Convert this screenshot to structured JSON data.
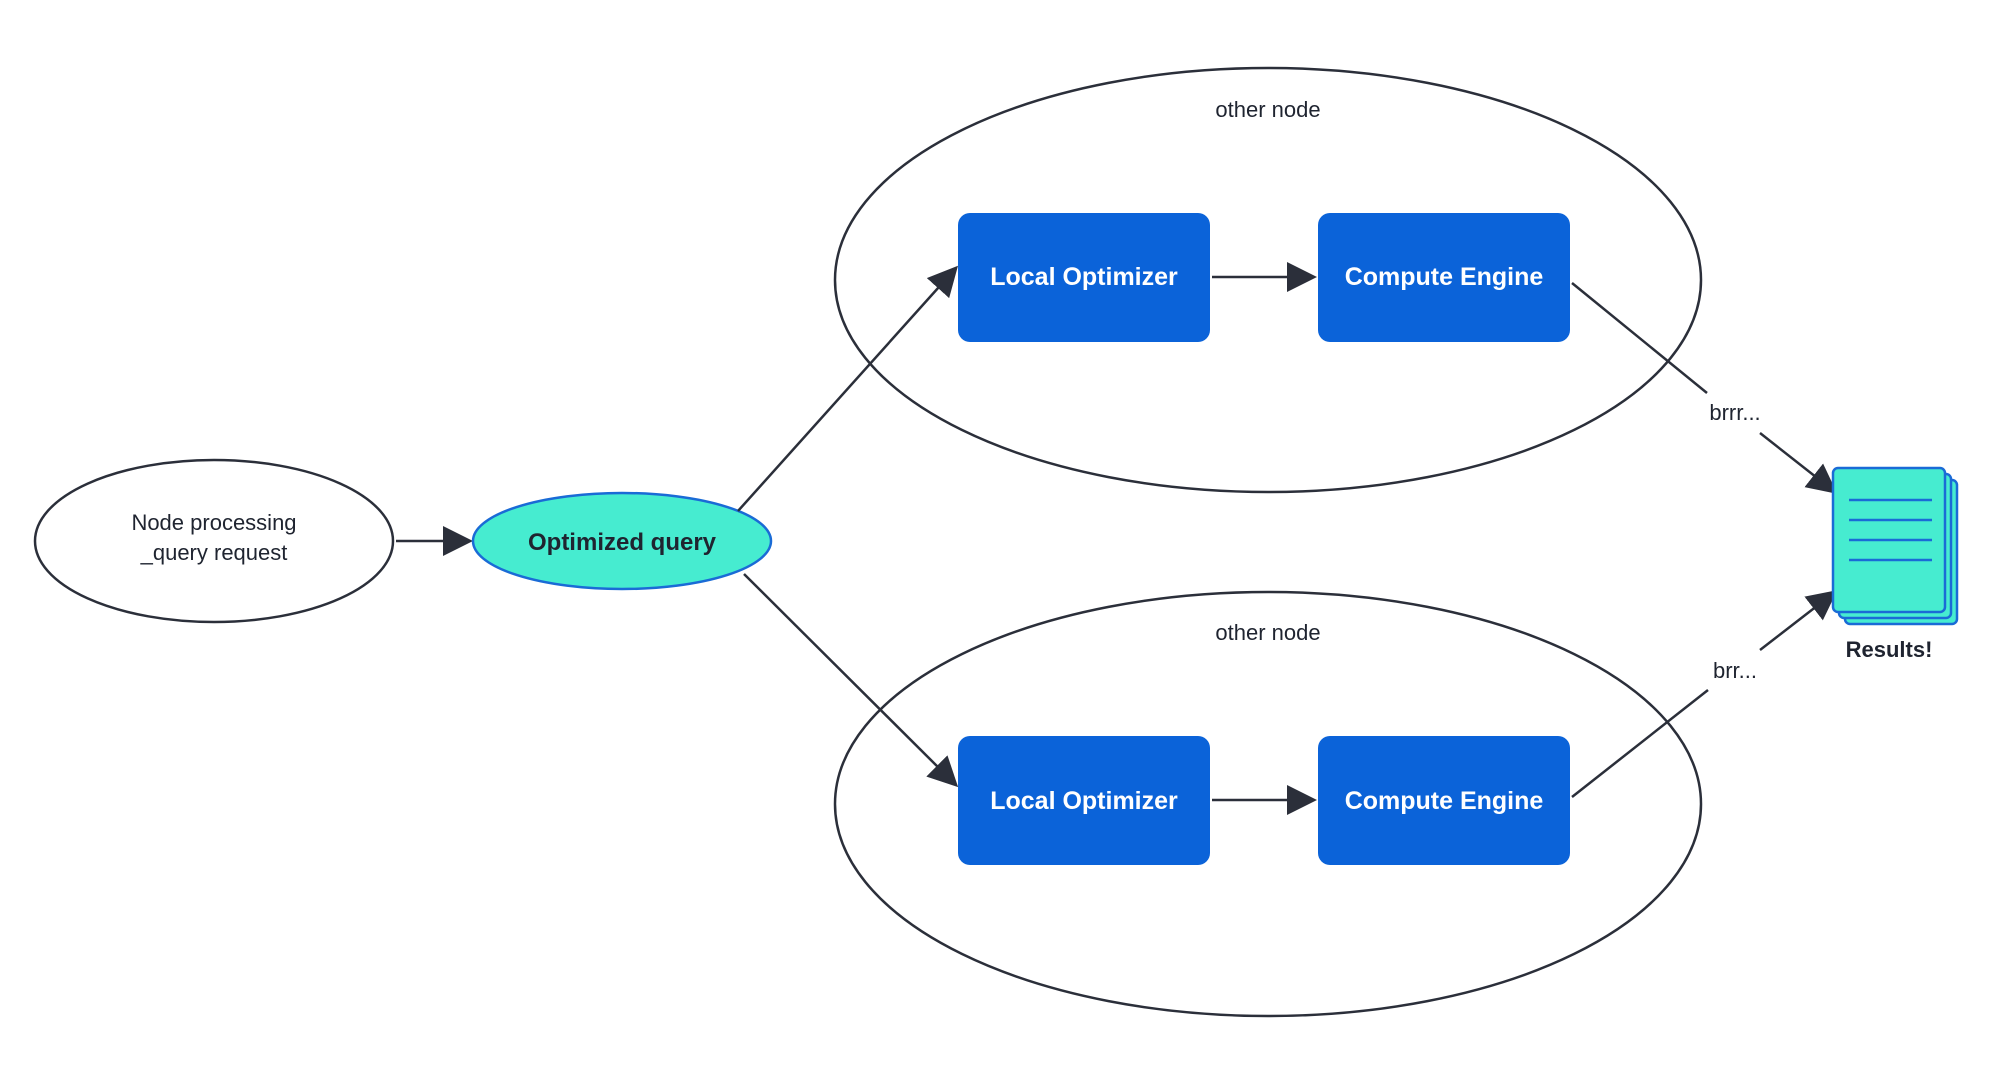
{
  "colors": {
    "stroke": "#2b2f3a",
    "box_fill": "#0b63d9",
    "teal_fill": "#46ecd0",
    "teal_stroke": "#1a6bd6",
    "text": "#1f2430",
    "box_text": "#ffffff"
  },
  "nodes": {
    "source": {
      "line1": "Node processing",
      "line2": "_query request"
    },
    "optimized": {
      "label": "Optimized query"
    }
  },
  "clusters": [
    {
      "label": "other node",
      "local_optimizer": "Local Optimizer",
      "compute_engine": "Compute Engine",
      "edge_label": "brrr..."
    },
    {
      "label": "other node",
      "local_optimizer": "Local Optimizer",
      "compute_engine": "Compute Engine",
      "edge_label": "brr..."
    }
  ],
  "results": {
    "label": "Results!",
    "icon": "document-stack-icon"
  }
}
